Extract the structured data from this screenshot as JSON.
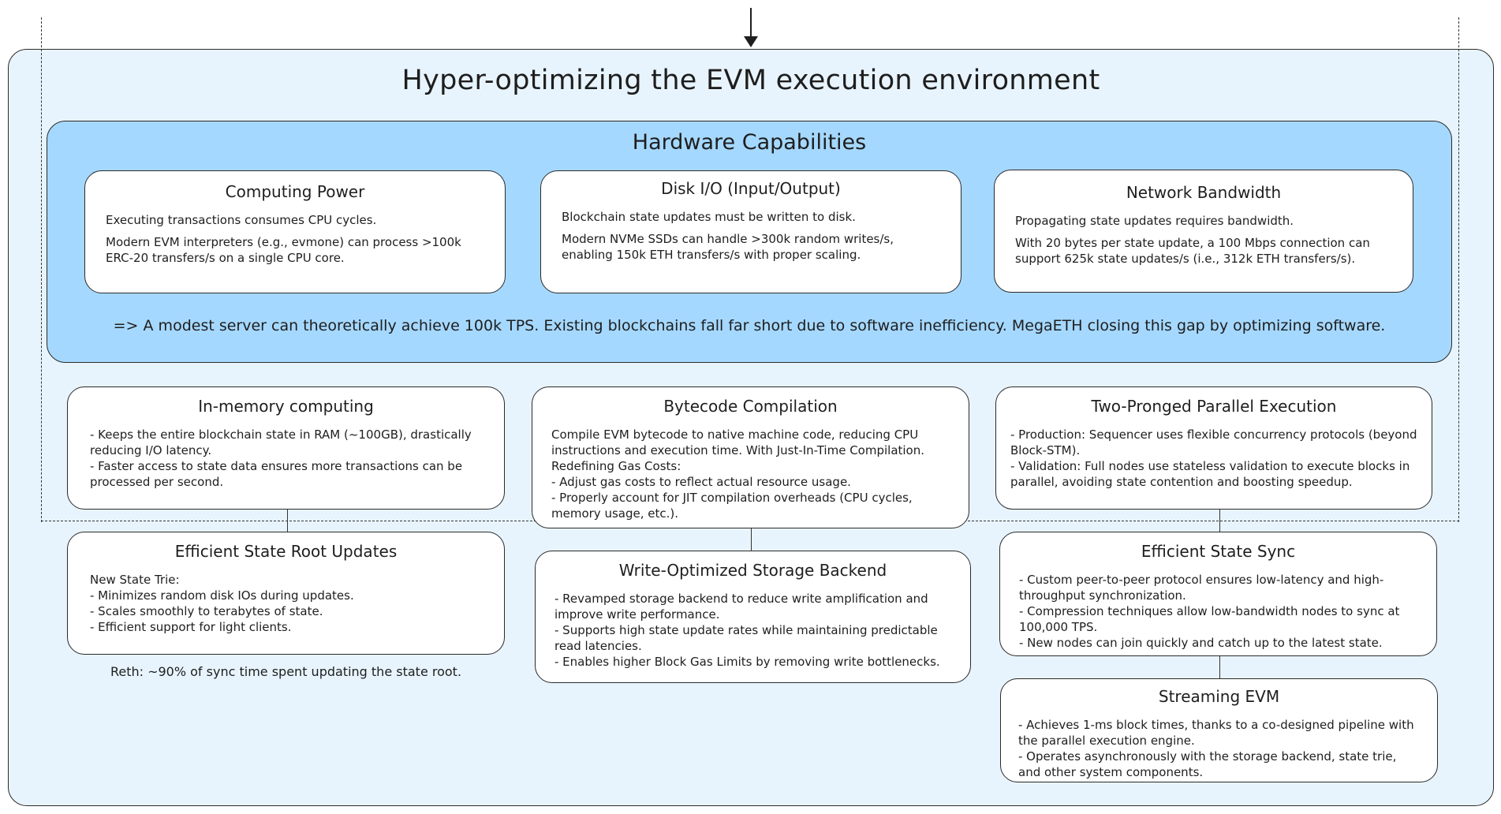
{
  "diagram": {
    "title": "Hyper-optimizing the EVM execution environment",
    "hardware": {
      "title": "Hardware Capabilities",
      "cards": [
        {
          "title": "Computing Power",
          "paragraphs": [
            "Executing transactions consumes CPU cycles.",
            "Modern EVM interpreters (e.g., evmone) can process >100k ERC-20 transfers/s on a single CPU core."
          ]
        },
        {
          "title": "Disk I/O (Input/Output)",
          "paragraphs": [
            "Blockchain state updates must be written to disk.",
            "Modern NVMe SSDs can handle >300k random writes/s, enabling 150k ETH transfers/s with proper scaling."
          ]
        },
        {
          "title": "Network Bandwidth",
          "paragraphs": [
            "Propagating state updates requires bandwidth.",
            "With 20 bytes per state update, a 100 Mbps connection can support 625k state updates/s (i.e., 312k ETH transfers/s)."
          ]
        }
      ],
      "conclusion": "=> A modest server can theoretically achieve 100k TPS. Existing blockchains fall far short due to software inefficiency. MegaETH closing this gap by optimizing software."
    },
    "columns": [
      {
        "cards": [
          {
            "title": "In-memory computing",
            "lines": [
              "- Keeps the entire blockchain state in RAM (~100GB), drastically reducing I/O latency.",
              "- Faster access to state data ensures more transactions can be processed per second."
            ]
          },
          {
            "title": "Efficient State Root Updates",
            "lines": [
              "New State Trie:",
              "- Minimizes random disk IOs during updates.",
              "- Scales smoothly to terabytes of state.",
              "- Efficient support for light clients."
            ]
          }
        ],
        "footnote": "Reth: ~90% of sync time spent updating the state root."
      },
      {
        "cards": [
          {
            "title": "Bytecode Compilation",
            "lines": [
              "Compile EVM bytecode to native machine code, reducing CPU instructions and execution time. With Just-In-Time Compilation.",
              "Redefining Gas Costs:",
              "- Adjust gas costs to reflect actual resource usage.",
              "- Properly account for JIT compilation overheads (CPU cycles, memory usage, etc.)."
            ]
          },
          {
            "title": "Write-Optimized Storage Backend",
            "lines": [
              "- Revamped storage backend to reduce write amplification and improve write performance.",
              "- Supports high state update rates while maintaining predictable read latencies.",
              "- Enables higher Block Gas Limits by removing write bottlenecks."
            ]
          }
        ]
      },
      {
        "cards": [
          {
            "title": "Two-Pronged Parallel Execution",
            "lines": [
              "- Production: Sequencer uses flexible concurrency protocols (beyond Block-STM).",
              "- Validation: Full nodes use stateless validation to execute blocks in parallel, avoiding state contention and boosting speedup."
            ]
          },
          {
            "title": "Efficient State Sync",
            "lines": [
              "- Custom peer-to-peer protocol ensures low-latency and high-throughput synchronization.",
              "- Compression techniques allow low-bandwidth nodes to sync at 100,000 TPS.",
              "- New nodes can join quickly and catch up to the latest state."
            ]
          },
          {
            "title": "Streaming EVM",
            "lines": [
              "- Achieves 1-ms block times, thanks to a co-designed pipeline with the parallel execution engine.",
              "- Operates asynchronously with the storage backend, state trie, and other system components."
            ]
          }
        ]
      }
    ]
  }
}
